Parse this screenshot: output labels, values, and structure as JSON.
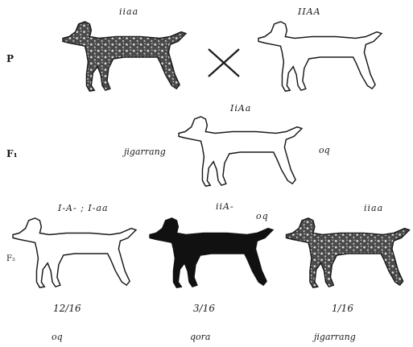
{
  "generations": {
    "p": "P",
    "f1": "F₁",
    "f2": "F₂"
  },
  "parents": {
    "left_genotype": "iiaa",
    "right_genotype": "IIAA"
  },
  "f1": {
    "genotype": "IiAa",
    "phenotype_left": "jigarrang",
    "phenotype_right": "oq"
  },
  "f2": {
    "col1": {
      "genotype": "I-A- ; I-aa",
      "ratio": "12/16",
      "phenotype": "oq"
    },
    "col2": {
      "genotype": "iiA-",
      "genotype_suffix": "oq",
      "ratio": "3/16",
      "phenotype": "qora"
    },
    "col3": {
      "genotype": "iiaa",
      "ratio": "1/16",
      "phenotype": "jigarrang"
    }
  },
  "colors": {
    "outline": "#1a1a1a",
    "white_coat": "#ffffff",
    "black_coat": "#111111",
    "spotted_coat": "#5a5a5a",
    "spots": "#d8d8d8"
  }
}
